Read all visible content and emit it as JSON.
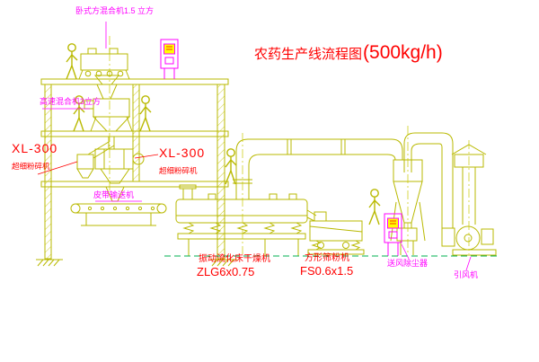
{
  "title": {
    "main": "农药生产线流程图",
    "capacity": "(500kg/h)"
  },
  "equipment_labels": {
    "horizontal_mixer": "卧式方混合机1.5 立方",
    "high_speed_mixer": "高速混合机3立方",
    "left_mill_model": "XL-300",
    "left_mill_name": "超细粉碎机",
    "right_mill_model": "XL-300",
    "right_mill_name": "超细粉碎机",
    "belt_conveyor": "皮带输送机",
    "fluid_bed_dryer_name": "振动流化床干燥机",
    "fluid_bed_dryer_model": "ZLG6x0.75",
    "square_sieve_name": "方形筛粉机",
    "square_sieve_model": "FS0.6x1.5",
    "air_dust_collector": "送风除尘器",
    "induced_draft_fan": "引风机"
  },
  "colors": {
    "line": "#b9b900",
    "label_red": "#ff0000",
    "label_magenta": "#ff00ff",
    "baseline_green": "#00b050",
    "cabinet_fill": "#ffff00",
    "background": "#ffffff"
  }
}
